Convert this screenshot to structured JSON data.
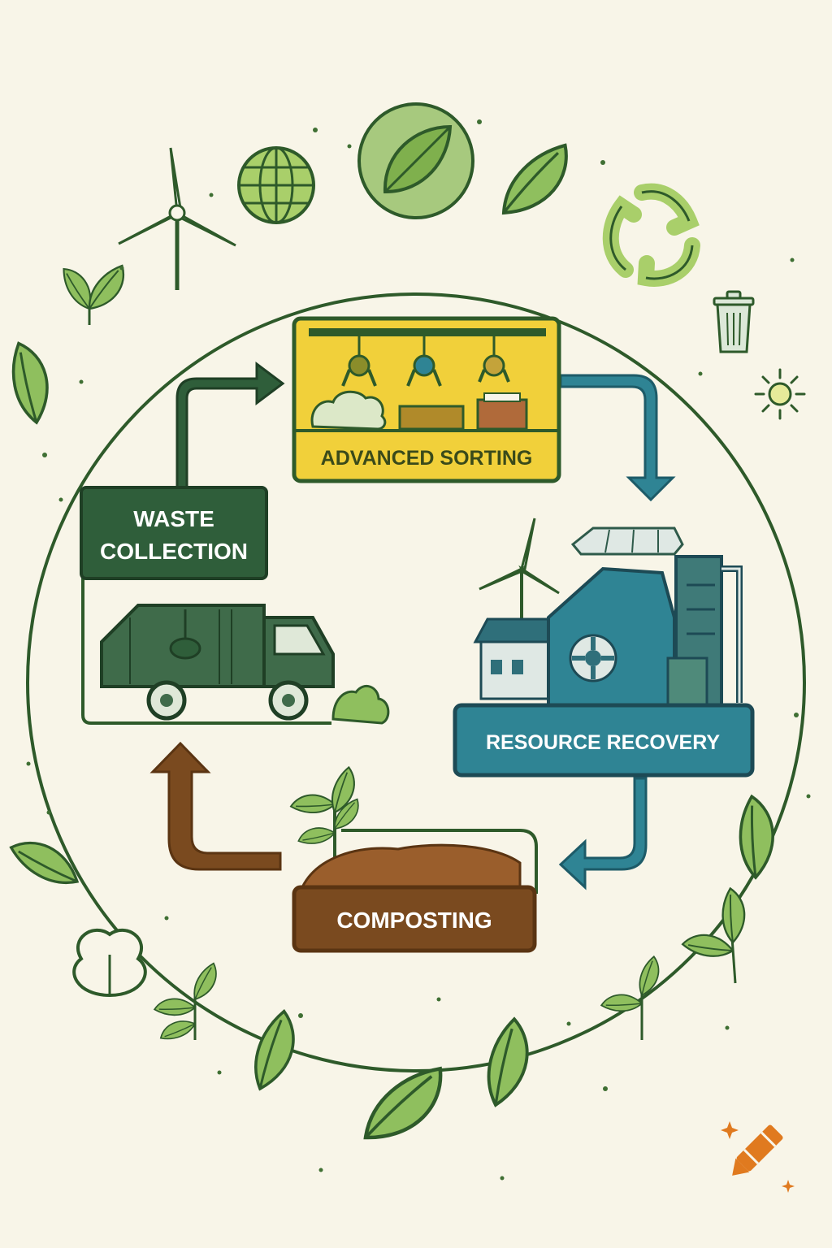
{
  "stages": {
    "collection": {
      "line1": "WASTE",
      "line2": "COLLECTION"
    },
    "sorting": {
      "label": "ADVANCED SORTING"
    },
    "recovery": {
      "label": "RESOURCE RECOVERY"
    },
    "composting": {
      "label": "COMPOSTING"
    }
  },
  "colors": {
    "background": "#f8f5e8",
    "ring": "#2e5a2a",
    "collection": "#2f5e3a",
    "sorting": "#f1d03a",
    "recovery": "#2f8494",
    "composting": "#7a4a1f",
    "leaf": "#8fbf5e",
    "outline": "#2e5a2a"
  },
  "icons": [
    "wind-turbine-icon",
    "globe-icon",
    "leaf-badge-icon",
    "leaf-icon",
    "recycle-icon",
    "trash-bin-icon",
    "sun-icon",
    "sprout-icon",
    "shrub-icon",
    "crayon-logo-icon",
    "garbage-truck-icon",
    "sorting-machine-icon",
    "recovery-plant-icon",
    "compost-pile-icon"
  ]
}
